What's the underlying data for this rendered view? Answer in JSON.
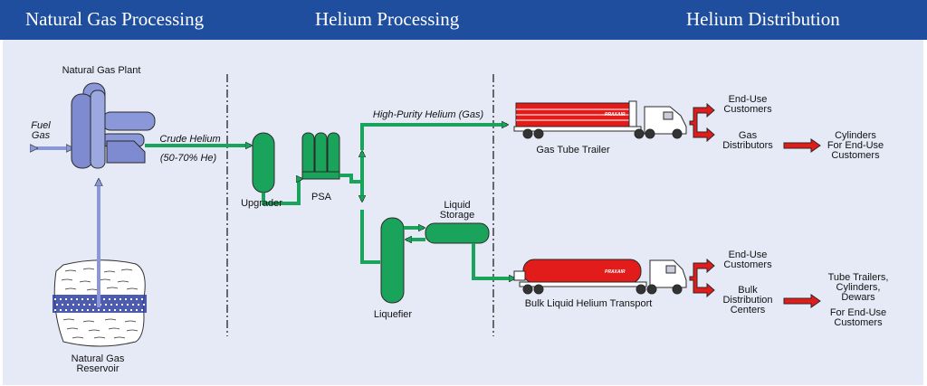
{
  "header": {
    "sections": [
      "Natural Gas Processing",
      "Helium Processing",
      "Helium Distribution"
    ]
  },
  "labels": {
    "plant": "Natural Gas Plant",
    "fuel_gas_1": "Fuel",
    "fuel_gas_2": "Gas",
    "crude_helium": "Crude Helium",
    "crude_helium_pct": "(50-70% He)",
    "reservoir_1": "Natural Gas",
    "reservoir_2": "Reservoir",
    "upgrader": "Upgrader",
    "psa": "PSA",
    "high_purity": "High-Purity Helium (Gas)",
    "liquid_storage_1": "Liquid",
    "liquid_storage_2": "Storage",
    "liquefier": "Liquefier",
    "gas_tube_trailer": "Gas Tube Trailer",
    "bulk_liquid": "Bulk Liquid Helium Transport",
    "truck_brand": "PRAXAIR",
    "end_use_1a": "End-Use",
    "end_use_1b": "Customers",
    "gas_dist_a": "Gas",
    "gas_dist_b": "Distributors",
    "cyl_a": "Cylinders",
    "cyl_b": "For End-Use",
    "cyl_c": "Customers",
    "end_use_2a": "End-Use",
    "end_use_2b": "Customers",
    "bulk_dist_a": "Bulk",
    "bulk_dist_b": "Distribution",
    "bulk_dist_c": "Centers",
    "tube_a": "Tube Trailers,",
    "tube_b": "Cylinders,",
    "tube_c": "Dewars",
    "tube_d": "For End-Use",
    "tube_e": "Customers"
  },
  "colors": {
    "header": "#1f4e9e",
    "panel": "#e6eaf6",
    "green": "#1aa35a",
    "plant": "#8a97d8",
    "red": "#e21b1b",
    "outline": "#2a2a2a"
  }
}
